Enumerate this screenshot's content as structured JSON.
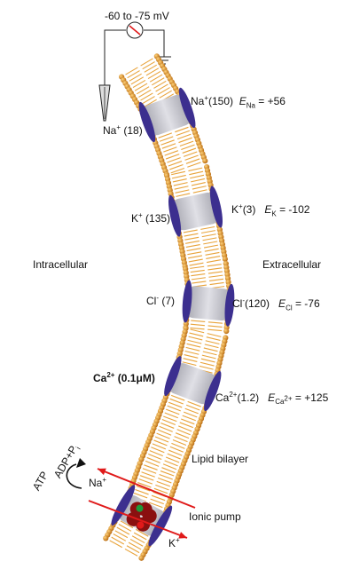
{
  "voltmeter": {
    "reading": "-60 to -75 mV"
  },
  "regions": {
    "intracellular": "Intracellular",
    "extracellular": "Extracellular"
  },
  "ions": {
    "na_out": {
      "ion": "Na",
      "charge": "+",
      "conc": "(150)",
      "e_label": "E",
      "e_sub": "Na",
      "e_value": " = +56"
    },
    "na_in": {
      "ion": "Na",
      "charge": "+",
      "conc": " (18)"
    },
    "k_out": {
      "ion": "K",
      "charge": "+",
      "conc": "(3)",
      "e_label": "E",
      "e_sub": "K",
      "e_value": " = -102"
    },
    "k_in": {
      "ion": "K",
      "charge": "+",
      "conc": " (135)"
    },
    "cl_out": {
      "ion": "Cl",
      "charge": "-",
      "conc": "(120)",
      "e_label": "E",
      "e_sub": "Cl",
      "e_value": " = -76"
    },
    "cl_in": {
      "ion": "Cl",
      "charge": "-",
      "conc": " (7)"
    },
    "ca_in": {
      "ion": "Ca",
      "charge": "2+",
      "conc": " (0.1μM)"
    },
    "ca_out": {
      "ion": "Ca",
      "charge": "2+",
      "conc": "(1.2)",
      "e_label": "E",
      "e_sub": "Ca",
      "e_sub_sup": "2+",
      "e_value": " = +125"
    }
  },
  "labels": {
    "lipid_bilayer": "Lipid bilayer",
    "ionic_pump": "Ionic pump",
    "atp": "ATP",
    "adp": "ADP+P",
    "adp_sub": "i",
    "pump_na": "Na",
    "pump_na_charge": "+",
    "pump_k": "K",
    "pump_k_charge": "+"
  },
  "colors": {
    "head": "#d98a1a",
    "tail": "#e8a33a",
    "channel": "#c4c4cc",
    "disc": "#3c2f8f",
    "arrow": "#e01a1a",
    "pump": "#8a1010",
    "pump_dot_red": "#e01a1a",
    "pump_dot_green": "#1d9a3a"
  }
}
